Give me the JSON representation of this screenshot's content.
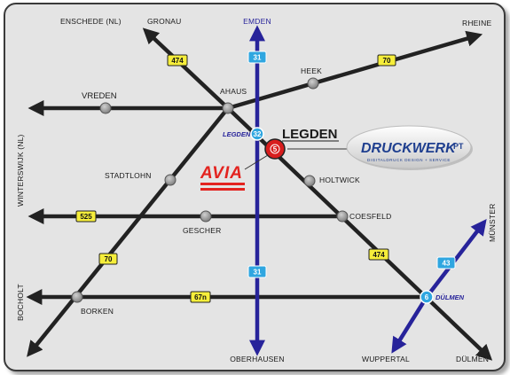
{
  "colors": {
    "background": "#e4e4e4",
    "road": "#222222",
    "motorway": "#27239a",
    "shield_yellow": "#f6ee3a",
    "shield_blue": "#2fa6e0",
    "marker_red": "#d81e1e",
    "brand_red": "#e3231f"
  },
  "cities": {
    "enschede": "ENSCHEDE (NL)",
    "gronau": "GRONAU",
    "emden": "EMDEN",
    "rheine": "RHEINE",
    "heek": "HEEK",
    "vreden": "VREDEN",
    "ahaus": "AHAUS",
    "legden": "LEGDEN",
    "stadtlohn": "STADTLOHN",
    "holtwick": "HOLTWICK",
    "winterswijk": "WINTERSWIJK (NL)",
    "gescher": "GESCHER",
    "coesfeld": "COESFELD",
    "muenster": "MÜNSTER",
    "bocholt": "BOCHOLT",
    "borken": "BORKEN",
    "oberhausen": "OBERHAUSEN",
    "wuppertal": "WUPPERTAL",
    "duelmen": "DÜLMEN"
  },
  "exits": {
    "legden": "LEGDEN",
    "legden_number": "32",
    "duelmen": "DÜLMEN",
    "duelmen_number": "6"
  },
  "roads": {
    "b474_top": "474",
    "b70_top": "70",
    "b525": "525",
    "b70_bottom": "70",
    "b474_bottom": "474",
    "b67n": "67n",
    "a31_top": "31",
    "a31_bottom": "31",
    "a43": "43"
  },
  "destination": {
    "title": "LEGDEN",
    "marker_symbol": "5"
  },
  "logos": {
    "avia": "AVIA",
    "druckwerk_name": "DRUCKWERK",
    "druckwerk_suffix": "PT",
    "druckwerk_tagline": "DIGITALDRUCK  DESIGN + SERVICE"
  }
}
